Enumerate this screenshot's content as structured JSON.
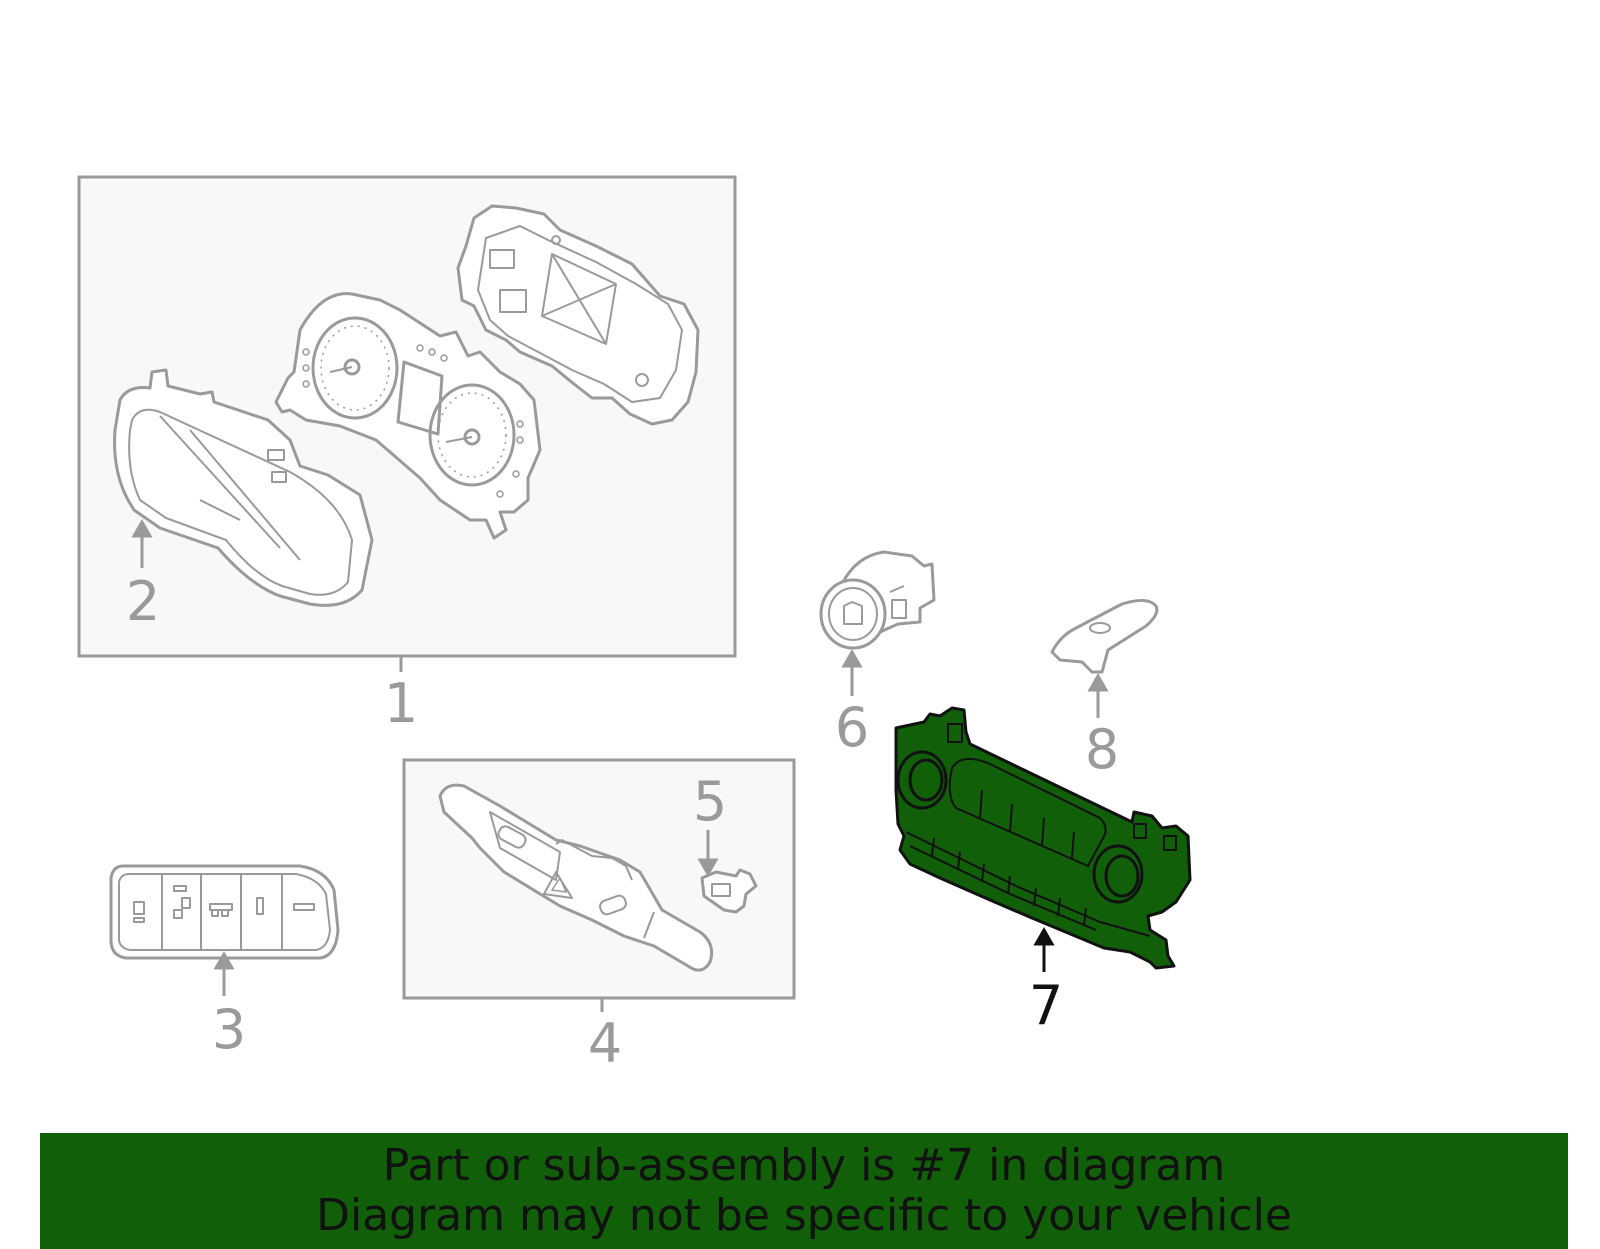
{
  "colors": {
    "line_gray": "#9a9a9a",
    "box_fill": "#f8f8f8",
    "highlight_fill": "#116009",
    "highlight_stroke": "#111111",
    "banner_bg": "#116009",
    "banner_text": "#111111"
  },
  "callouts": [
    {
      "id": "1",
      "label": "1",
      "part": "instrument-cluster-assembly",
      "highlighted": false
    },
    {
      "id": "2",
      "label": "2",
      "part": "cluster-lens",
      "highlighted": false
    },
    {
      "id": "3",
      "label": "3",
      "part": "switch-panel",
      "highlighted": false
    },
    {
      "id": "4",
      "label": "4",
      "part": "hazard-switch-assembly",
      "highlighted": false
    },
    {
      "id": "5",
      "label": "5",
      "part": "small-switch",
      "highlighted": false
    },
    {
      "id": "6",
      "label": "6",
      "part": "ignition-switch",
      "highlighted": false
    },
    {
      "id": "7",
      "label": "7",
      "part": "climate-control-panel",
      "highlighted": true
    },
    {
      "id": "8",
      "label": "8",
      "part": "bracket",
      "highlighted": false
    }
  ],
  "banner": {
    "line1": "Part or sub-assembly is #7 in diagram",
    "line2": "Diagram may not be specific to your vehicle"
  }
}
